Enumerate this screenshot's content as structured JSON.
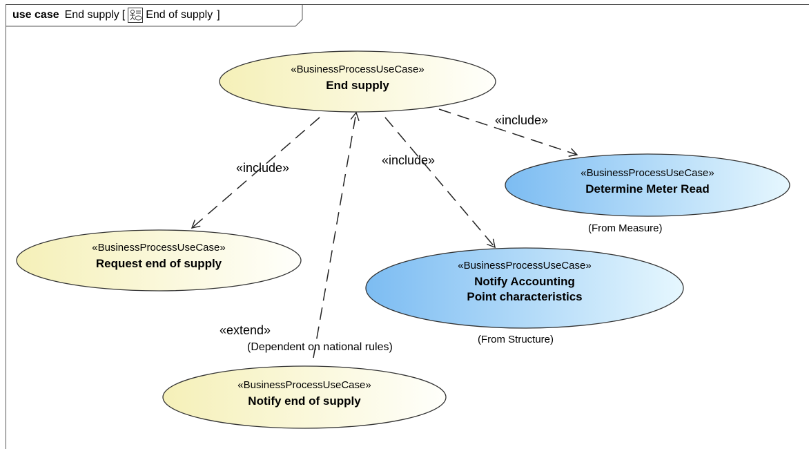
{
  "frame": {
    "keyword": "use case",
    "name": "End supply",
    "bracket_open": "[",
    "diagram_name": "End of supply",
    "bracket_close": "]",
    "icon": "use-case-diagram-icon"
  },
  "use_cases": {
    "end_supply": {
      "stereotype": "«BusinessProcessUseCase»",
      "name": "End supply"
    },
    "request_end": {
      "stereotype": "«BusinessProcessUseCase»",
      "name": "Request end of supply"
    },
    "determine_meter": {
      "stereotype": "«BusinessProcessUseCase»",
      "name": "Determine Meter Read",
      "origin": "(From Measure)"
    },
    "notify_accounting": {
      "stereotype": "«BusinessProcessUseCase»",
      "name_line1": "Notify Accounting",
      "name_line2": "Point characteristics",
      "origin": "(From Structure)"
    },
    "notify_end": {
      "stereotype": "«BusinessProcessUseCase»",
      "name": "Notify end of supply"
    }
  },
  "relations": {
    "include_left": "«include»",
    "include_middle": "«include»",
    "include_right": "«include»",
    "extend": "«extend»",
    "extend_condition": "(Dependent on national rules)"
  },
  "colors": {
    "yellow_ellipse": "#fbf8d6",
    "blue_ellipse_start": "#8fc8f5",
    "blue_ellipse_end": "#e2f4fd",
    "stroke": "#333333"
  }
}
